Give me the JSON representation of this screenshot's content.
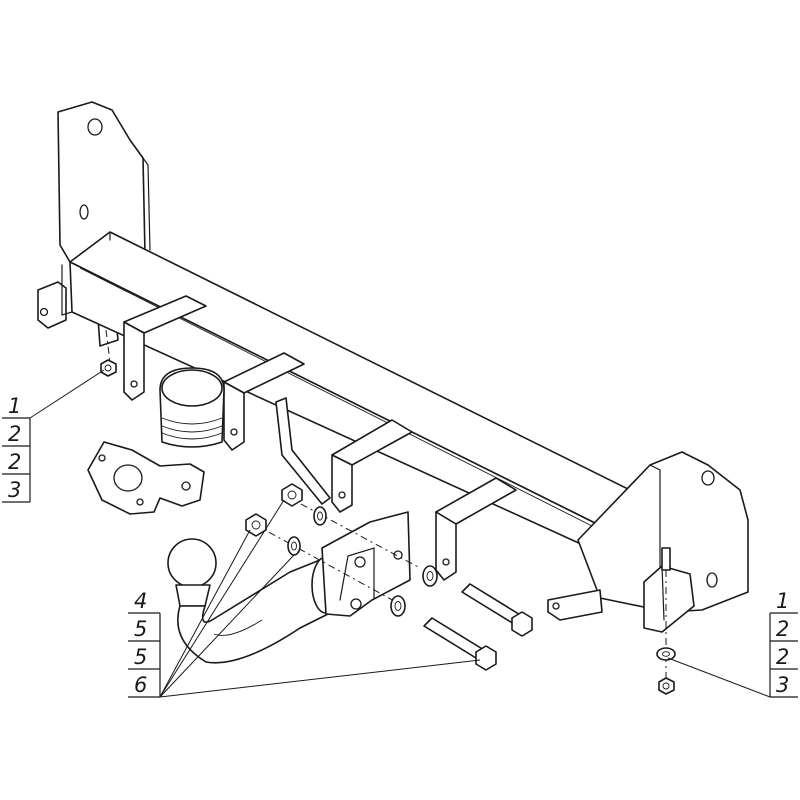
{
  "callouts_left_top": [
    "1",
    "2",
    "2",
    "3"
  ],
  "callouts_right": [
    "1",
    "2",
    "2",
    "3"
  ],
  "callouts_left_bottom": [
    "4",
    "5",
    "5",
    "6"
  ]
}
